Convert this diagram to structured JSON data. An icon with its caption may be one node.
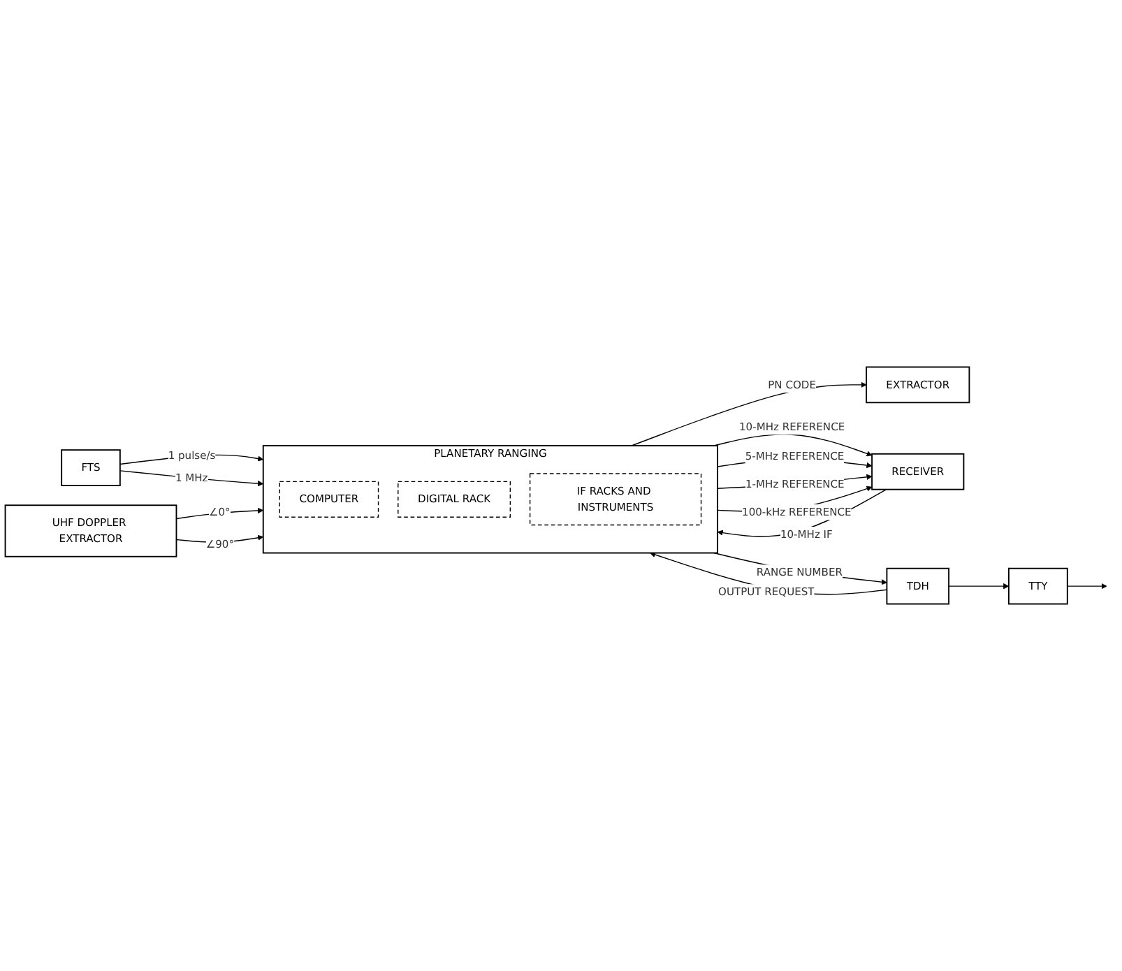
{
  "diagram": {
    "nodes": [
      {
        "text": [
          "FTS"
        ]
      },
      {
        "text": [
          "PLANETARY RANGING"
        ]
      },
      {
        "text": [
          "COMPUTER"
        ],
        "in": 1
      },
      {
        "text": [
          "DIGITAL RACK"
        ],
        "in": 1
      },
      {
        "text": [
          "IF RACKS AND INSTRUMENTS"
        ],
        "in": 1
      },
      {
        "text": [
          "EXTRACTOR"
        ]
      },
      {
        "text": [
          "RECEIVER"
        ]
      },
      {
        "text": [
          "UHF DOPPLER EXTRACTOR"
        ]
      },
      {
        "text": [
          "TDH"
        ]
      },
      {
        "text": [
          "TTY"
        ]
      }
    ],
    "edges": [
      {
        "from": 0,
        "to": 1,
        "arrow": "to",
        "label": "1 pulse/s"
      },
      {
        "from": 0,
        "to": 1,
        "arrow": "to",
        "label": "1 MHz"
      },
      {
        "from": 1,
        "to": 5,
        "arrow": "to",
        "label": "PN CODE"
      },
      {
        "from": 1,
        "to": 6,
        "arrow": "to",
        "label": "10-MHz REFERENCE"
      },
      {
        "from": 1,
        "to": 6,
        "arrow": "to",
        "label": "5-MHz REFERENCE"
      },
      {
        "from": 1,
        "to": 6,
        "arrow": "to",
        "label": "1-MHz REFERENCE"
      },
      {
        "from": 1,
        "to": 6,
        "arrow": "to",
        "label": "100-kHz REFERENCE"
      },
      {
        "from": 6,
        "to": 1,
        "arrow": "to",
        "label": "10-MHz IF"
      },
      {
        "from": 7,
        "to": 1,
        "arrow": "to",
        "label": "∠0°"
      },
      {
        "from": 7,
        "to": 1,
        "arrow": "to",
        "label": "∠90°"
      },
      {
        "from": 8,
        "to": 1,
        "arrow": "to",
        "label": "OUTPUT REQUEST"
      },
      {
        "from": 1,
        "to": 8,
        "arrow": "to",
        "label": "RANGE NUMBER"
      },
      {
        "from": 8,
        "to": 9,
        "arrow": "to"
      },
      {
        "from": 9,
        "to": null,
        "arrow": "to"
      }
    ]
  }
}
